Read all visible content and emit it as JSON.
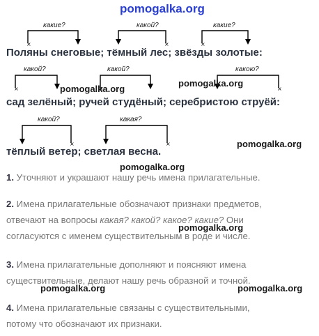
{
  "site_title": "pomogalka.org",
  "watermark": "pomogalka.org",
  "phrases": {
    "line1": "Поляны снеговые; тёмный лес; звёзды золотые:",
    "line2": "сад зелёный; ручей студёный; серебристою струёй:",
    "line3": "тёплый ветер; светлая весна."
  },
  "questions": {
    "kakie_1": "какие?",
    "kakoy_1": "какой?",
    "kakie_2": "какие?",
    "kakoy_2": "какой?",
    "kakoy_3": "какой?",
    "kakoyu": "какою?",
    "kakoy_4": "какой?",
    "kakaya": "какая?"
  },
  "answers": [
    {
      "num": "1.",
      "text": "Уточняют и украшают нашу речь имена прилагательные."
    },
    {
      "num": "2.",
      "text_a": "Имена прилагательные обозначают признаки предметов,",
      "text_b": "отвечают на вопросы",
      "questions": "какая? какой? какое? какие?",
      "text_c": "Они",
      "text_d": "согласуются с именем существительным в роде и числе."
    },
    {
      "num": "3.",
      "text_a": "Имена прилагательные дополняют и поясняют имена",
      "text_b": "существительные, делают нашу речь образной и точной."
    },
    {
      "num": "4.",
      "text_a": "Имена прилагательные связаны с существительными,",
      "text_b": "потому что обозначают их признаки."
    }
  ]
}
